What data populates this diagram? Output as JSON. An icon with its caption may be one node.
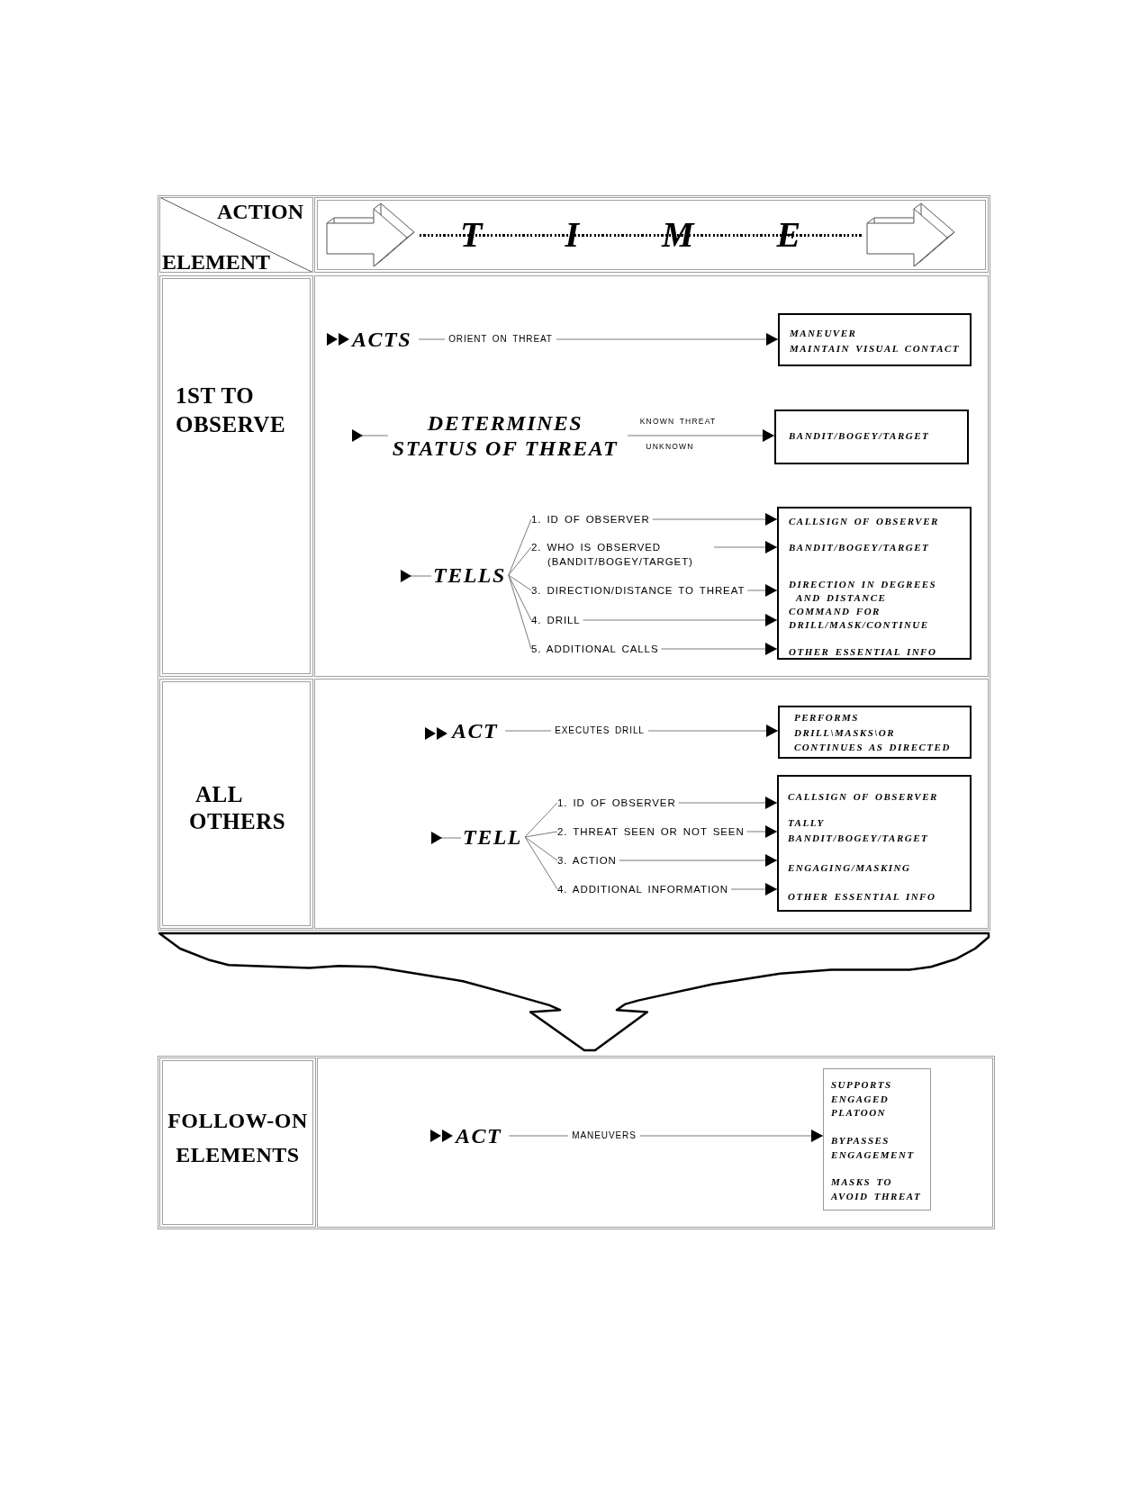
{
  "diagram": {
    "nodes": [
      {
        "text": [],
        "shape": "box"
      },
      {
        "text": [
          "ACTION",
          "ELEMENT"
        ],
        "in": 0
      },
      {
        "text": [
          "T I M E"
        ],
        "in": 0
      },
      {
        "text": [
          "1ST TO OBSERVE"
        ],
        "in": 0
      },
      {
        "text": [],
        "shape": "box",
        "in": 0
      },
      {
        "text": [
          "ACTS"
        ],
        "in": 4
      },
      {
        "text": [
          "MANEUVER",
          "MAINTAIN VISUAL CONTACT"
        ],
        "in": 4
      },
      {
        "text": [
          "DETERMINES STATUS OF THREAT"
        ],
        "in": 4
      },
      {
        "text": [
          "BANDIT/BOGEY/TARGET"
        ],
        "in": 4
      },
      {
        "text": [
          "TELLS"
        ],
        "in": 4
      },
      {
        "text": [
          "1. ID OF OBSERVER"
        ],
        "in": 4
      },
      {
        "text": [
          "2. WHO IS OBSERVED (BANDIT/BOGEY/TARGET)"
        ],
        "in": 4
      },
      {
        "text": [
          "3. DIRECTION/DISTANCE TO THREAT"
        ],
        "in": 4
      },
      {
        "text": [
          "4. DRILL"
        ],
        "in": 4
      },
      {
        "text": [
          "5. ADDITIONAL CALLS"
        ],
        "in": 4
      },
      {
        "text": [
          "CALLSIGN OF OBSERVER",
          "BANDIT/BOGEY/TARGET",
          "DIRECTION IN DEGREES AND DISTANCE",
          "COMMAND FOR DRILL/MASK/CONTINUE",
          "OTHER ESSENTIAL INFO"
        ],
        "in": 4
      },
      {
        "text": [
          "ALL OTHERS"
        ],
        "in": 0
      },
      {
        "text": [],
        "shape": "box",
        "in": 0
      },
      {
        "text": [
          "ACT"
        ],
        "in": 17
      },
      {
        "text": [
          "PERFORMS DRILL\\MASKS\\OR CONTINUES AS DIRECTED"
        ],
        "in": 17
      },
      {
        "text": [
          "TELL"
        ],
        "in": 17
      },
      {
        "text": [
          "1. ID OF OBSERVER"
        ],
        "in": 17
      },
      {
        "text": [
          "2. THREAT SEEN OR NOT SEEN"
        ],
        "in": 17
      },
      {
        "text": [
          "3. ACTION"
        ],
        "in": 17
      },
      {
        "text": [
          "4. ADDITIONAL INFORMATION"
        ],
        "in": 17
      },
      {
        "text": [
          "CALLSIGN OF OBSERVER",
          "TALLY BANDIT/BOGEY/TARGET",
          "ENGAGING/MASKING",
          "OTHER ESSENTIAL INFO"
        ],
        "in": 17
      },
      {
        "text": [],
        "shape": "box"
      },
      {
        "text": [
          "FOLLOW-ON ELEMENTS"
        ],
        "in": 26
      },
      {
        "text": [],
        "shape": "box",
        "in": 26
      },
      {
        "text": [
          "ACT"
        ],
        "in": 28
      },
      {
        "text": [
          "SUPPORTS ENGAGED PLATOON",
          "BYPASSES ENGAGEMENT",
          "MASKS TO AVOID THREAT"
        ],
        "in": 28
      }
    ],
    "edges": [
      {
        "from": 5,
        "to": 6,
        "arrow": "to",
        "label": "ORIENT ON THREAT"
      },
      {
        "from": 7,
        "to": 8,
        "arrow": "to",
        "label": "KNOWN THREAT"
      },
      {
        "from": 9,
        "to": 10,
        "arrow": "none"
      },
      {
        "from": 10,
        "to": 15,
        "arrow": "to"
      },
      {
        "from": 9,
        "to": 11,
        "arrow": "none"
      },
      {
        "from": 11,
        "to": 15,
        "arrow": "to"
      },
      {
        "from": 9,
        "to": 12,
        "arrow": "none"
      },
      {
        "from": 12,
        "to": 15,
        "arrow": "to"
      },
      {
        "from": 9,
        "to": 13,
        "arrow": "none"
      },
      {
        "from": 13,
        "to": 15,
        "arrow": "to"
      },
      {
        "from": 9,
        "to": 14,
        "arrow": "none"
      },
      {
        "from": 14,
        "to": 15,
        "arrow": "to"
      },
      {
        "from": 18,
        "to": 19,
        "arrow": "to",
        "label": "EXECUTES DRILL"
      },
      {
        "from": 20,
        "to": 21,
        "arrow": "none"
      },
      {
        "from": 21,
        "to": 25,
        "arrow": "to"
      },
      {
        "from": 20,
        "to": 22,
        "arrow": "none"
      },
      {
        "from": 22,
        "to": 25,
        "arrow": "to"
      },
      {
        "from": 20,
        "to": 23,
        "arrow": "none"
      },
      {
        "from": 23,
        "to": 25,
        "arrow": "to"
      },
      {
        "from": 20,
        "to": 24,
        "arrow": "none"
      },
      {
        "from": 24,
        "to": 25,
        "arrow": "to"
      },
      {
        "from": 0,
        "to": 26,
        "arrow": "to"
      },
      {
        "from": 29,
        "to": 30,
        "arrow": "to",
        "label": "MANEUVERS"
      }
    ],
    "labels": [
      "UNKNOWN"
    ]
  }
}
